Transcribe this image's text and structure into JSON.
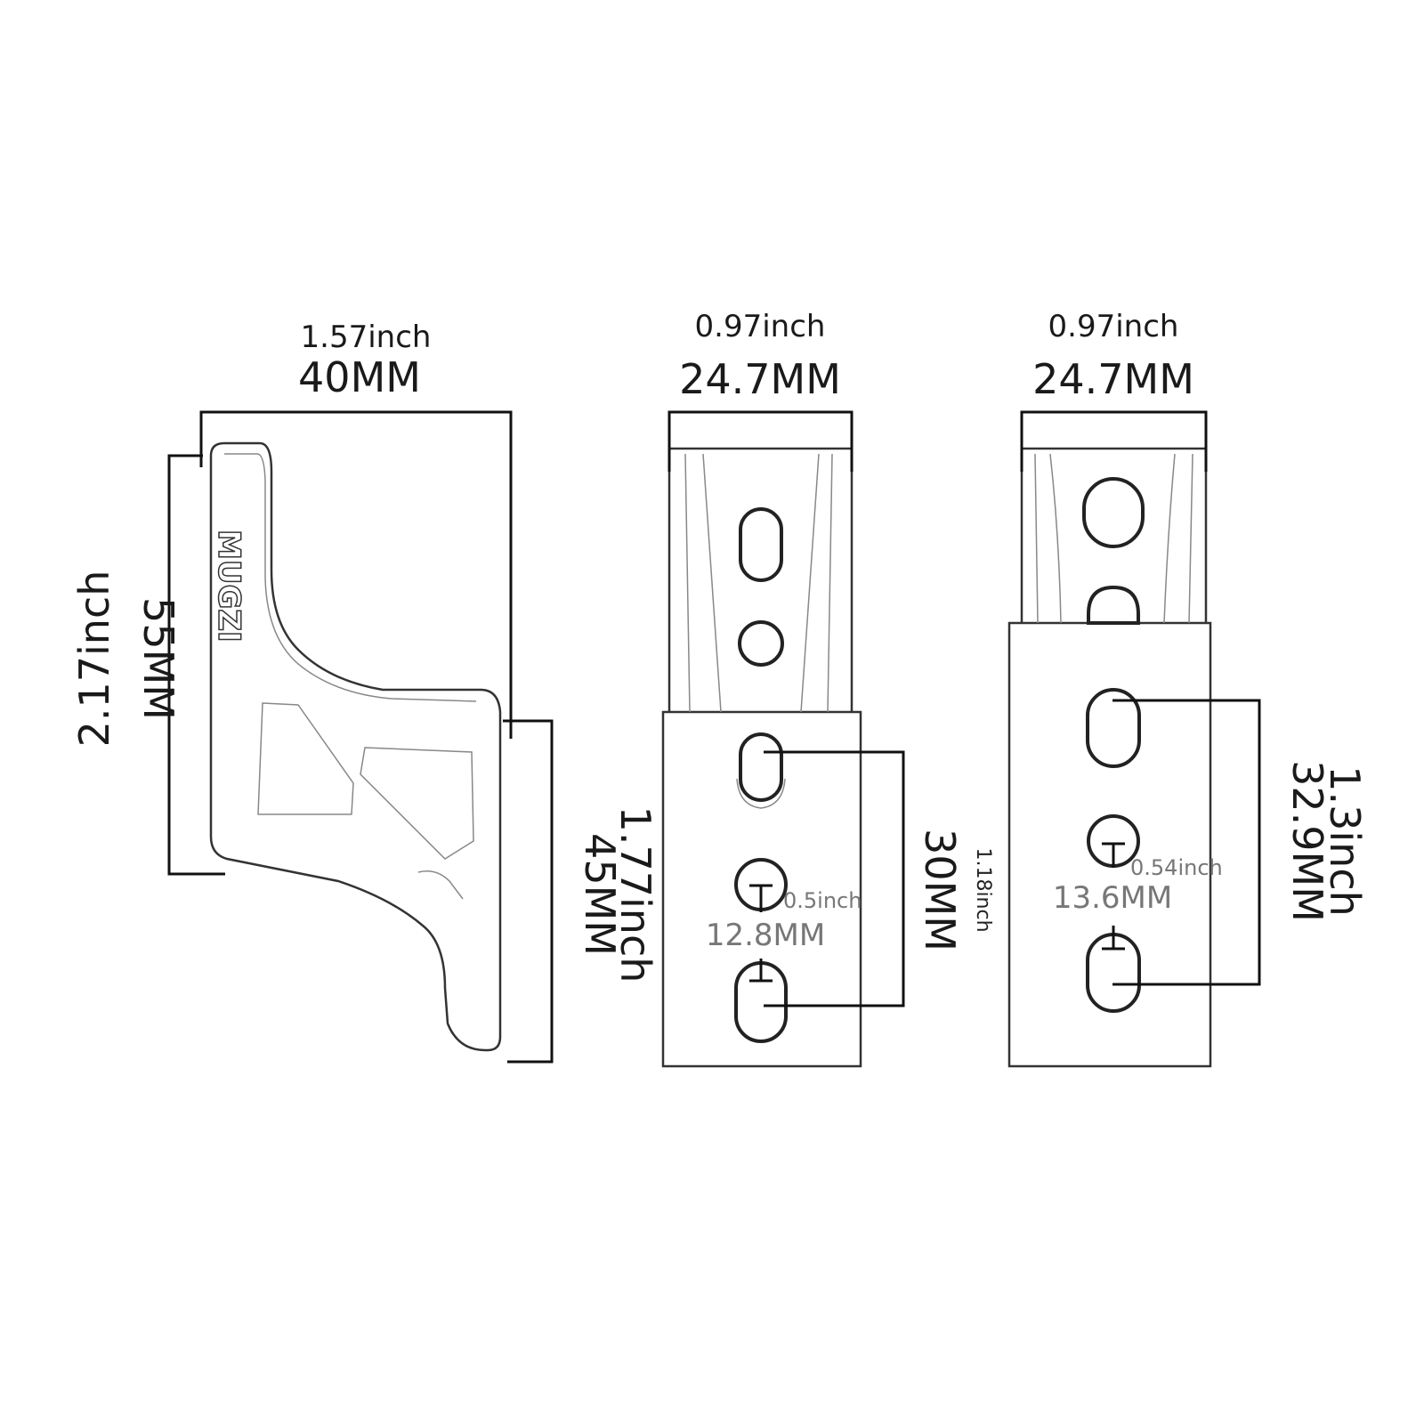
{
  "left_part": {
    "logo_text": "MUGZI",
    "width_inch": "1.57inch",
    "width_mm": "40MM",
    "height_inch": "2.17inch",
    "height_mm": "55MM",
    "lower_inch": "1.77inch",
    "lower_mm": "45MM"
  },
  "middle_part": {
    "width_inch": "0.97inch",
    "width_mm": "24.7MM",
    "spacing_inch": "1.18inch",
    "spacing_mm": "30MM",
    "hole_inch": "0.5inch",
    "hole_mm": "12.8MM"
  },
  "right_part": {
    "width_inch": "0.97inch",
    "width_mm": "24.7MM",
    "spacing_inch": "1.3inch",
    "spacing_mm": "32.9MM",
    "hole_inch": "0.54inch",
    "hole_mm": "13.6MM"
  }
}
